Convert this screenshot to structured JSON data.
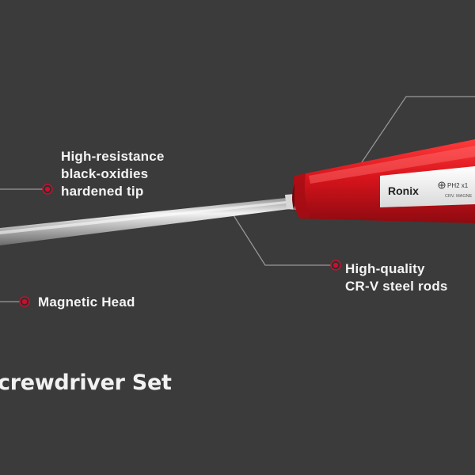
{
  "callouts": {
    "tip": {
      "lines": [
        "High-resistance",
        "black-oxidies",
        "hardened tip"
      ]
    },
    "rod": {
      "lines": [
        "High-quality",
        "CR-V steel rods"
      ]
    },
    "head": {
      "lines": [
        "Magnetic Head"
      ]
    }
  },
  "title": "crewdriver Set",
  "product": {
    "brand": "Ronix",
    "spec": "PH2 x1",
    "material": "CRV. MAGNE"
  },
  "colors": {
    "background": "#3b3b3b",
    "handle_red": "#d8141c",
    "accent_dot": "#c8102e",
    "leader_line": "#9a9a9a"
  }
}
